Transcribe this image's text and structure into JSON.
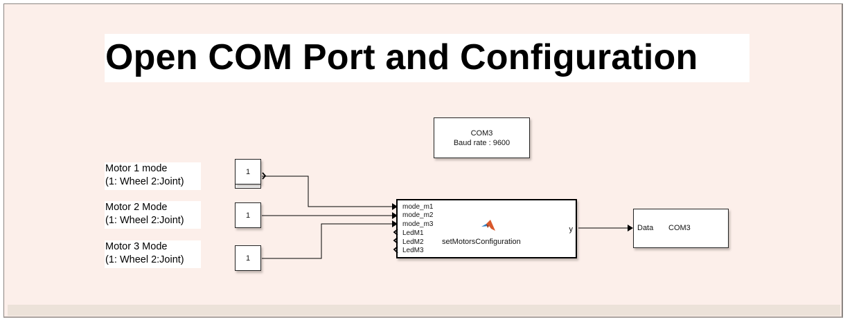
{
  "title": "Open COM Port and Configuration",
  "colors": {
    "canvas_bg": "#fcefea",
    "block_bg": "#ffffff",
    "wire": "#000000",
    "logo_orange": "#d9582b",
    "logo_blue": "#2f7fc1"
  },
  "annotations": [
    {
      "line1": "Motor 1 mode",
      "line2": "(1: Wheel 2:Joint)"
    },
    {
      "line1": "Motor 2 Mode",
      "line2": "(1: Wheel 2:Joint)"
    },
    {
      "line1": "Motor 3 Mode",
      "line2": "(1: Wheel 2:Joint)"
    }
  ],
  "constants": [
    {
      "value": "1",
      "selected": true
    },
    {
      "value": "1",
      "selected": false
    },
    {
      "value": "1",
      "selected": false
    }
  ],
  "com_config": {
    "port": "COM3",
    "baud": "Baud rate : 9600"
  },
  "function_block": {
    "name": "setMotorsConfiguration",
    "icon": "matlab-logo-icon",
    "inputs": [
      {
        "label": "mode_m1",
        "connected": true
      },
      {
        "label": "mode_m2",
        "connected": true
      },
      {
        "label": "mode_m3",
        "connected": true
      },
      {
        "label": "LedM1",
        "connected": false
      },
      {
        "label": "LedM2",
        "connected": false
      },
      {
        "label": "LedM3",
        "connected": false
      }
    ],
    "output": "y"
  },
  "serial_send": {
    "input_label": "Data",
    "port": "COM3"
  }
}
